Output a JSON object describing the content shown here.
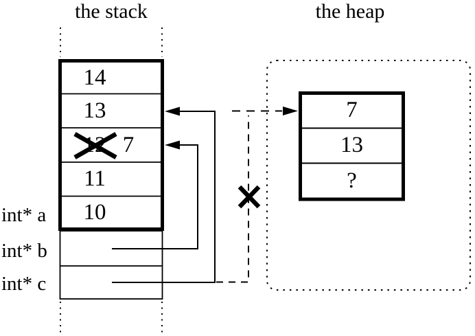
{
  "diagram": {
    "stack": {
      "title": "the stack",
      "cells": [
        {
          "value": "14"
        },
        {
          "value": "13"
        },
        {
          "value": "12",
          "crossed_out": true,
          "new_value": "7"
        },
        {
          "value": "11"
        },
        {
          "value": "10"
        }
      ],
      "variables": [
        {
          "label": "int* a"
        },
        {
          "label": "int* b"
        },
        {
          "label": "int* c"
        }
      ]
    },
    "heap": {
      "title": "the heap",
      "cells": [
        {
          "value": "7"
        },
        {
          "value": "13"
        },
        {
          "value": "?"
        }
      ]
    },
    "pointers": [
      {
        "id": "b-to-stack",
        "from": "int* b",
        "to": "stack cell (12 crossed out, now 7)",
        "style": "solid"
      },
      {
        "id": "c-to-stack",
        "from": "int* c",
        "to": "stack cell 13",
        "style": "solid"
      },
      {
        "id": "dangling-to-heap",
        "from": "int* c",
        "to": "heap object",
        "style": "dashed",
        "crossed_out": true
      }
    ],
    "colors": {
      "ink": "#000000",
      "background": "#ffffff"
    }
  }
}
